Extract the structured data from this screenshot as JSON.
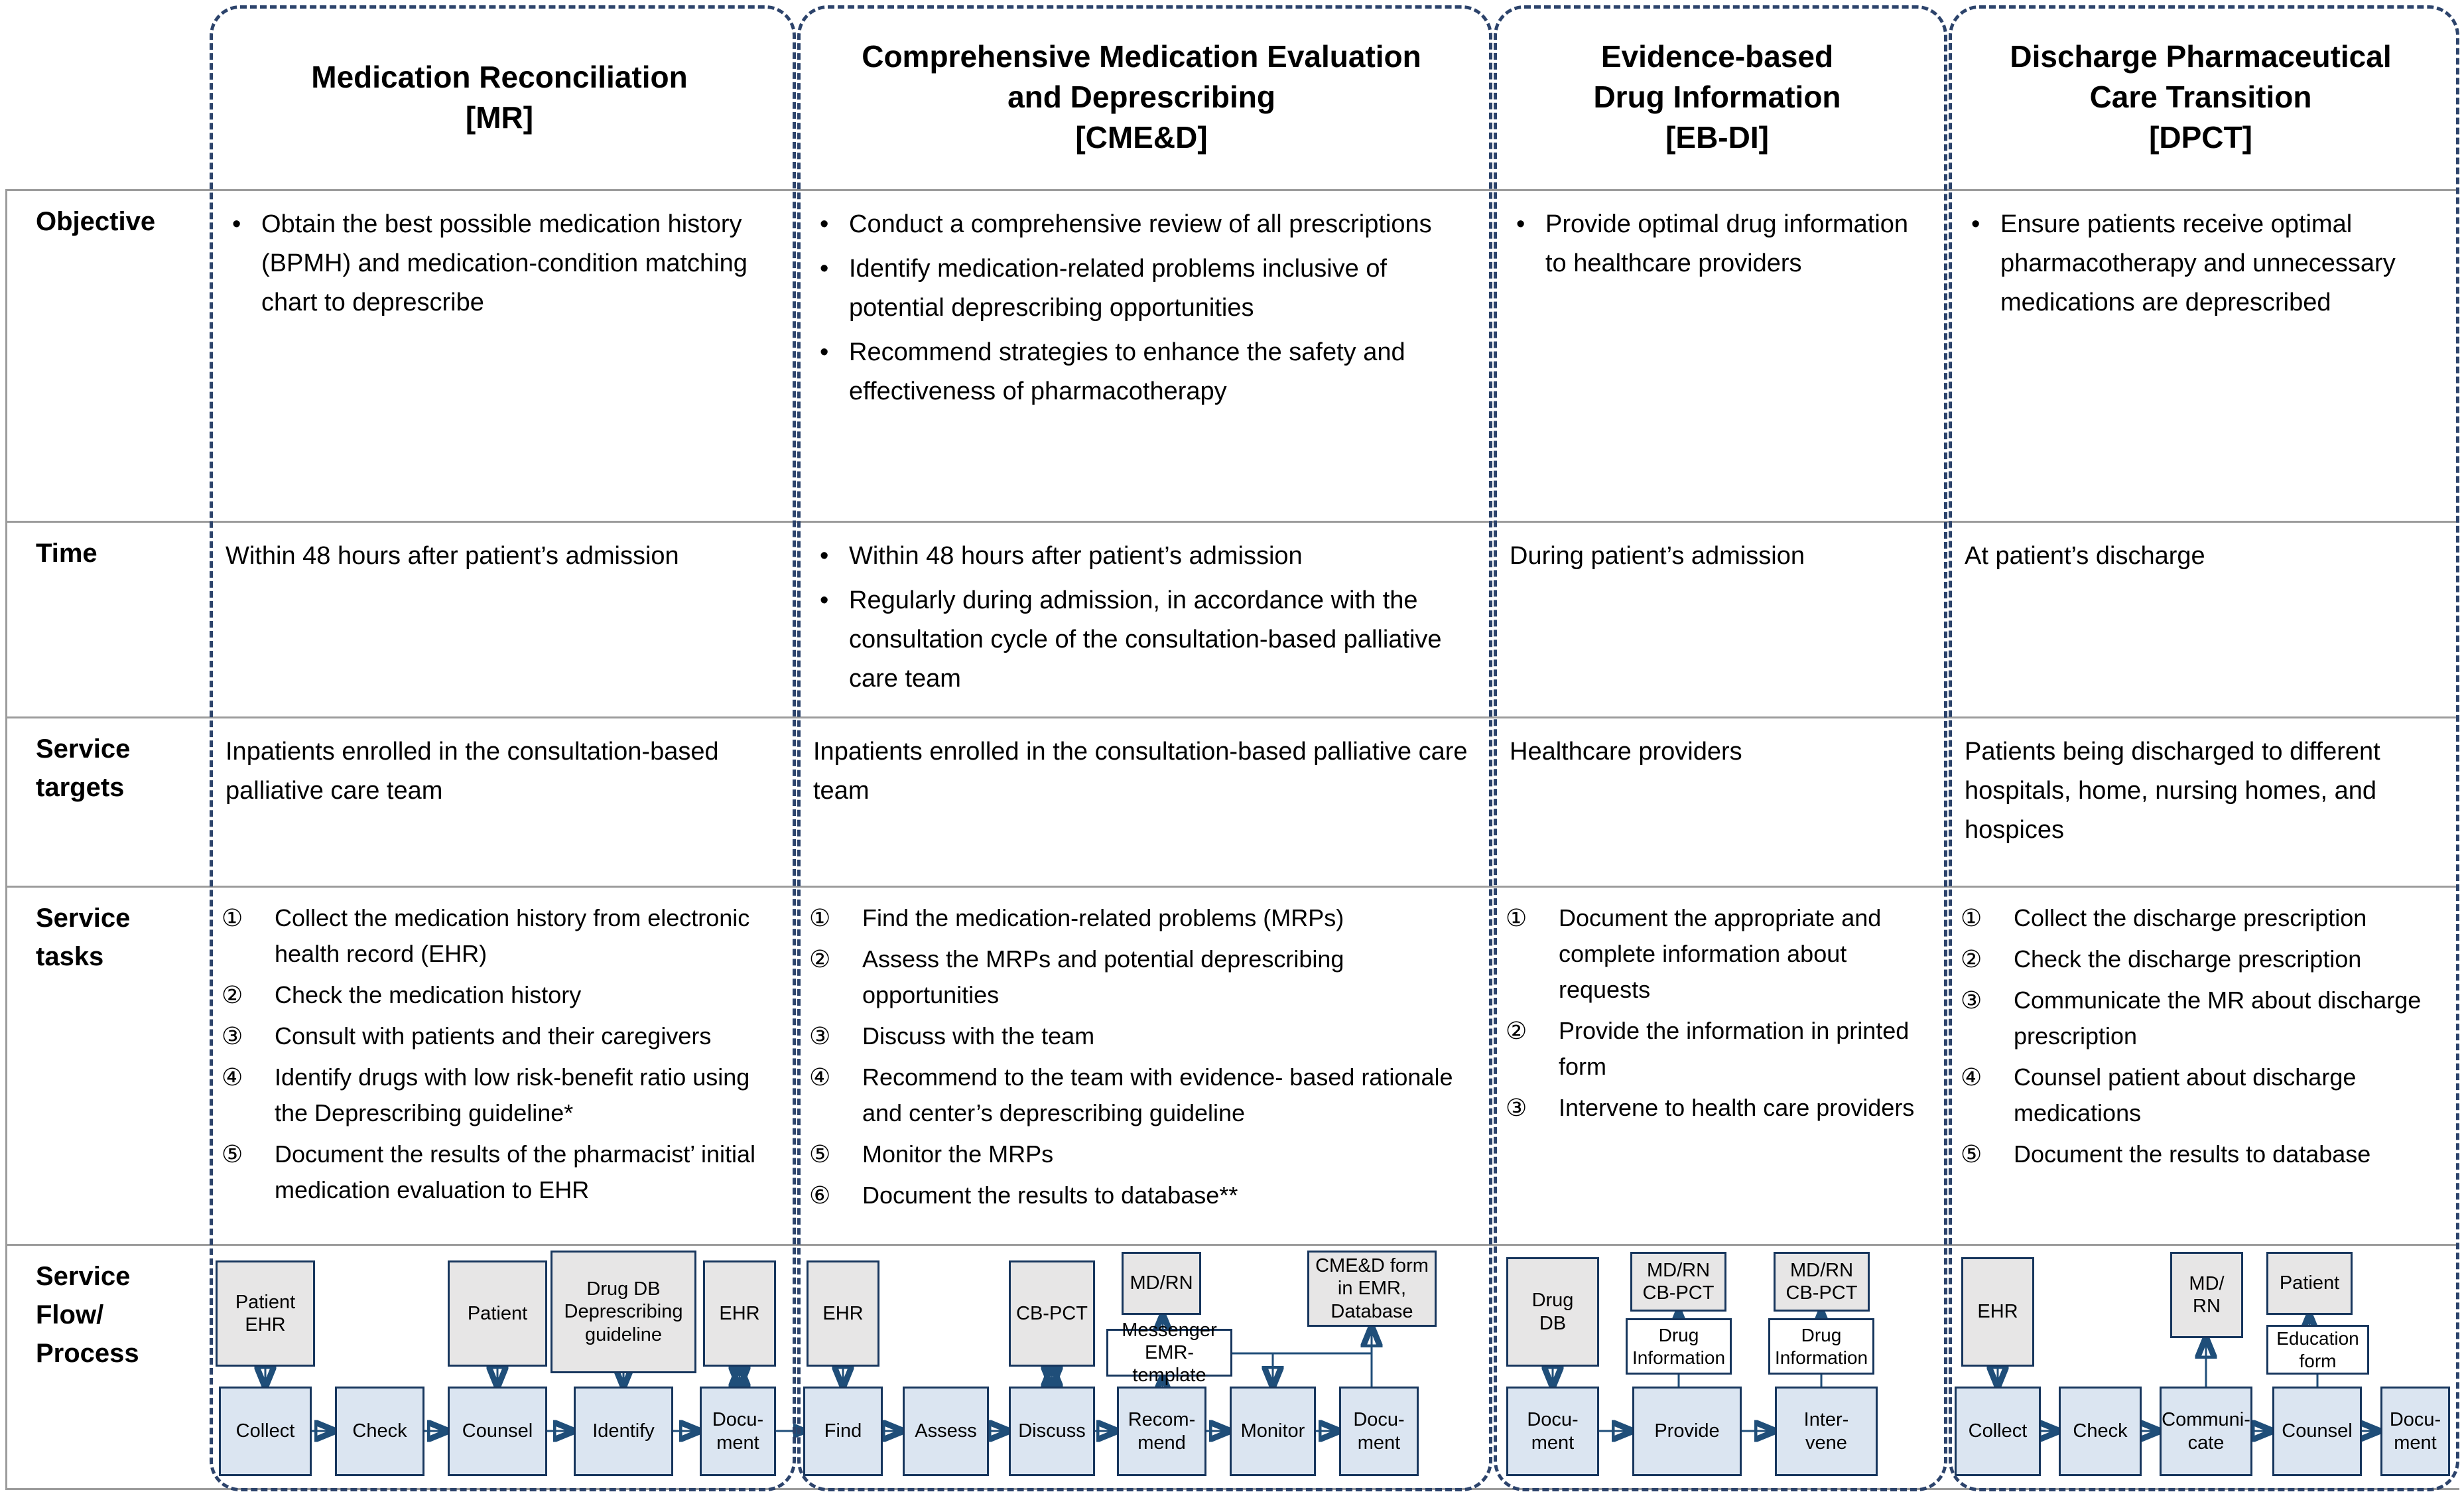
{
  "row_labels": [
    "Objective",
    "Time",
    "Service\ntargets",
    "Service\ntasks",
    "Service\nFlow/\nProcess"
  ],
  "columns": [
    {
      "title": "Medication Reconciliation\n[MR]",
      "objective": [
        "Obtain the best possible medication history (BPMH) and medication-condition matching chart to deprescribe"
      ],
      "time": [
        "Within 48 hours after patient’s admission"
      ],
      "targets": "Inpatients enrolled in the consultation-based palliative care team",
      "task_nums": [
        "①",
        "②",
        "③",
        "④",
        "⑤"
      ],
      "tasks": [
        "Collect the medication history from electronic health record (EHR)",
        "Check the medication history",
        "Consult with patients and their caregivers",
        "Identify drugs with low risk-benefit ratio using the Deprescribing guideline*",
        "Document the results of the pharmacist’ initial medication evaluation to EHR"
      ],
      "flow": {
        "sources": [
          "Patient\nEHR",
          "Patient",
          "Drug DB\nDeprescribing\nguideline",
          "EHR"
        ],
        "steps": [
          "Collect",
          "Check",
          "Counsel",
          "Identify",
          "Docu-\nment"
        ]
      }
    },
    {
      "title": "Comprehensive Medication Evaluation\nand Deprescribing\n[CME&D]",
      "objective": [
        "Conduct a comprehensive review of all prescriptions",
        "Identify medication-related problems inclusive of potential deprescribing opportunities",
        "Recommend strategies to enhance the safety and effectiveness of pharmacotherapy"
      ],
      "time": [
        "Within 48 hours after patient’s admission",
        "Regularly during admission, in accordance with the consultation cycle of the consultation-based palliative care team"
      ],
      "targets": "Inpatients enrolled in the consultation-based palliative care team",
      "task_nums": [
        "①",
        "②",
        "③",
        "④",
        "⑤",
        "⑥"
      ],
      "tasks": [
        "Find the medication-related problems (MRPs)",
        "Assess the MRPs and potential deprescribing opportunities",
        "Discuss with the team",
        "Recommend to the team with evidence- based rationale and center’s deprescribing guideline",
        "Monitor the MRPs",
        "Document the results to database**"
      ],
      "flow": {
        "sources": [
          "EHR",
          "CB-PCT",
          "MD/RN",
          "CME&D form\nin EMR,\nDatabase"
        ],
        "helpers": [
          "Messenger\nEMR-template"
        ],
        "steps": [
          "Find",
          "Assess",
          "Discuss",
          "Recom-\nmend",
          "Monitor",
          "Docu-\nment"
        ]
      }
    },
    {
      "title": "Evidence-based\nDrug Information\n[EB-DI]",
      "objective": [
        "Provide optimal drug information to healthcare providers"
      ],
      "time": [
        "During patient’s admission"
      ],
      "targets": "Healthcare providers",
      "task_nums": [
        "①",
        "②",
        "③"
      ],
      "tasks": [
        "Document the appropriate and complete information about requests",
        "Provide the information in printed form",
        "Intervene to health care providers"
      ],
      "flow": {
        "sources": [
          "Drug\nDB",
          "MD/RN\nCB-PCT",
          "MD/RN\nCB-PCT"
        ],
        "helpers": [
          "Drug\nInformation",
          "Drug\nInformation"
        ],
        "steps": [
          "Docu-\nment",
          "Provide",
          "Inter-\nvene"
        ]
      }
    },
    {
      "title": "Discharge Pharmaceutical\nCare Transition\n[DPCT]",
      "objective": [
        "Ensure patients receive optimal pharmacotherapy and unnecessary medications are deprescribed"
      ],
      "time": [
        "At patient’s discharge"
      ],
      "targets": "Patients being discharged to different hospitals, home, nursing homes, and hospices",
      "task_nums": [
        "①",
        "②",
        "③",
        "④",
        "⑤"
      ],
      "tasks": [
        "Collect the discharge prescription",
        "Check the discharge prescription",
        "Communicate the MR about discharge prescription",
        "Counsel patient about discharge medications",
        "Document the results to database"
      ],
      "flow": {
        "sources": [
          "EHR",
          "MD/\nRN",
          "Patient"
        ],
        "helpers": [
          "Education\nform"
        ],
        "steps": [
          "Collect",
          "Check",
          "Communi-\ncate",
          "Counsel",
          "Docu-\nment"
        ]
      }
    }
  ]
}
